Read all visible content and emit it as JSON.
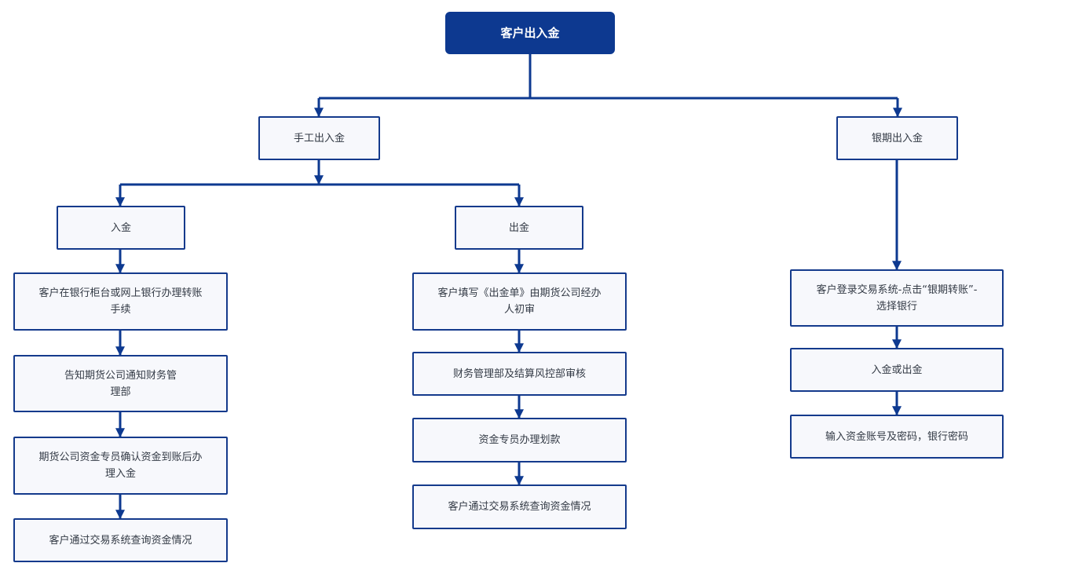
{
  "colors": {
    "line": "#0d3990",
    "root_fill": "#0d3990",
    "node_fill": "#f7f8fc",
    "node_border": "#143a8c",
    "text": "#333a45"
  },
  "root": "客户出入金",
  "manual": {
    "title": "手工出入金",
    "deposit": {
      "title": "入金",
      "steps": [
        "客户在银行柜台或网上银行办理转账手续",
        "告知期货公司通知财务管理部",
        "期货公司资金专员确认资金到账后办理入金",
        "客户通过交易系统查询资金情况"
      ]
    },
    "withdraw": {
      "title": "出金",
      "steps": [
        "客户填写《出金单》由期货公司经办人初审",
        "财务管理部及结算风控部审核",
        "资金专员办理划款",
        "客户通过交易系统查询资金情况"
      ]
    }
  },
  "bank": {
    "title": "银期出入金",
    "steps": [
      "客户登录交易系统-点击“银期转账”-选择银行",
      "入金或出金",
      "输入资金账号及密码，银行密码"
    ]
  }
}
